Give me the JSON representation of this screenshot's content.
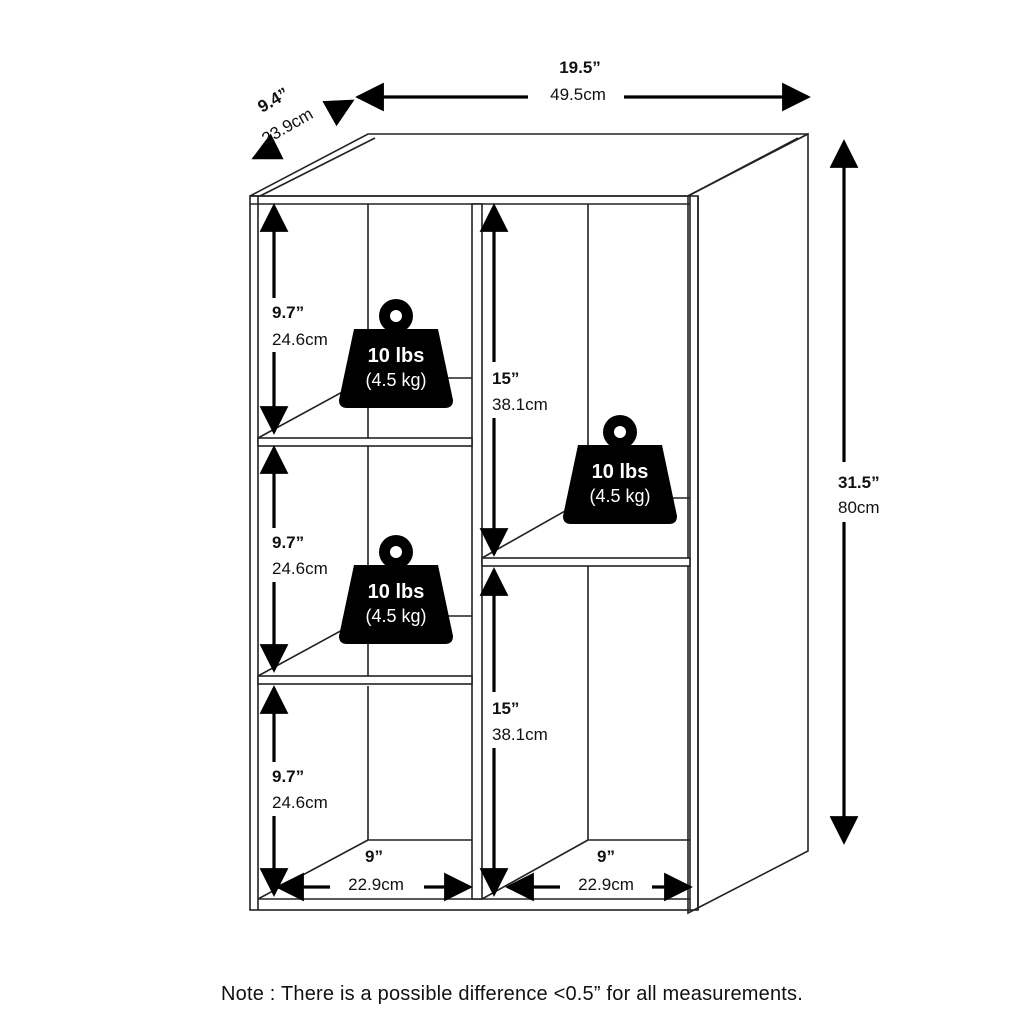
{
  "overall": {
    "width_in": "19.5”",
    "width_cm": "49.5cm",
    "depth_in": "9.4”",
    "depth_cm": "23.9cm",
    "height_in": "31.5”",
    "height_cm": "80cm"
  },
  "left_column": {
    "top": {
      "in": "9.7”",
      "cm": "24.6cm"
    },
    "middle": {
      "in": "9.7”",
      "cm": "24.6cm"
    },
    "bottom": {
      "in": "9.7”",
      "cm": "24.6cm"
    },
    "width": {
      "in": "9”",
      "cm": "22.9cm"
    }
  },
  "right_column": {
    "top": {
      "in": "15”",
      "cm": "38.1cm"
    },
    "bottom": {
      "in": "15”",
      "cm": "38.1cm"
    },
    "width": {
      "in": "9”",
      "cm": "22.9cm"
    }
  },
  "weights": [
    {
      "lbs": "10 lbs",
      "kg": "(4.5 kg)"
    },
    {
      "lbs": "10 lbs",
      "kg": "(4.5 kg)"
    },
    {
      "lbs": "10 lbs",
      "kg": "(4.5 kg)"
    }
  ],
  "note": "Note : There is a possible difference <0.5” for all measurements."
}
